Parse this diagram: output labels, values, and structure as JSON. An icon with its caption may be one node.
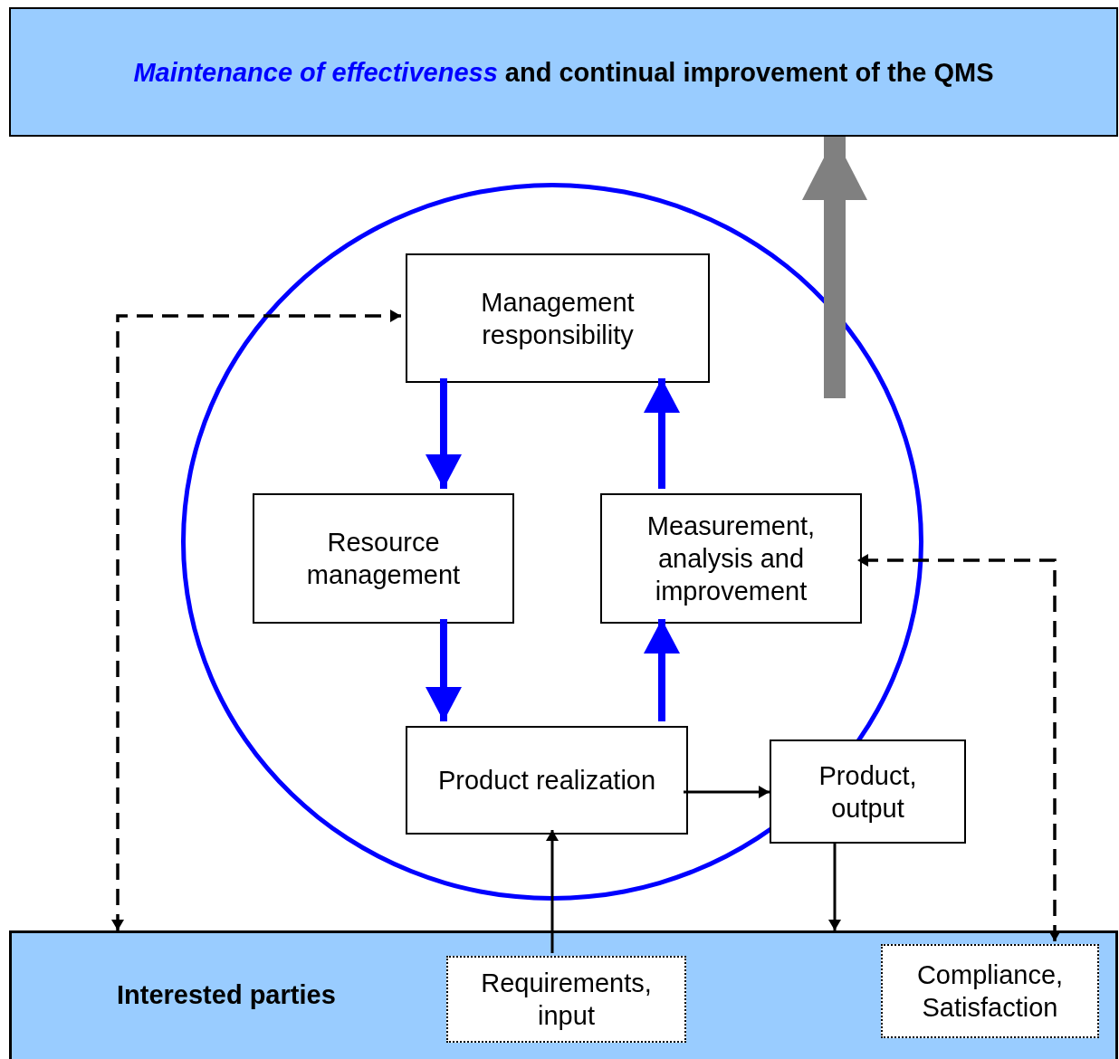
{
  "diagram": {
    "nodes": [
      {
        "text": [
          "*Maintenance of effectiveness* and continual improvement of the QMS"
        ]
      },
      {
        "text": [],
        "shape": "circle"
      },
      {
        "text": [
          "Management responsibility"
        ],
        "in": 1
      },
      {
        "text": [
          "Resource management"
        ],
        "in": 1
      },
      {
        "text": [
          "Measurement, analysis and improvement"
        ],
        "in": 1
      },
      {
        "text": [
          "Product realization"
        ],
        "in": 1
      },
      {
        "text": [
          "Product, output"
        ]
      },
      {
        "text": [
          "Interested parties"
        ]
      },
      {
        "text": [
          "Requirements, input"
        ],
        "in": 7
      },
      {
        "text": [
          "Compliance, Satisfaction"
        ],
        "in": 7
      }
    ],
    "edges": [
      {
        "from": 7,
        "to": 2,
        "arrow": "both",
        "style": "dashed"
      },
      {
        "from": 2,
        "to": 3,
        "arrow": "to",
        "style": "thick",
        "color": "#0000ff"
      },
      {
        "from": 3,
        "to": 5,
        "arrow": "to",
        "style": "thick",
        "color": "#0000ff"
      },
      {
        "from": 5,
        "to": 4,
        "arrow": "to",
        "style": "thick",
        "color": "#0000ff"
      },
      {
        "from": 4,
        "to": 2,
        "arrow": "to",
        "style": "thick",
        "color": "#0000ff"
      },
      {
        "from": 5,
        "to": 6,
        "arrow": "to"
      },
      {
        "from": 8,
        "to": 5,
        "arrow": "to"
      },
      {
        "from": 6,
        "to": 7,
        "arrow": "to"
      },
      {
        "from": 9,
        "to": 4,
        "arrow": "both",
        "style": "dashed"
      },
      {
        "from": null,
        "to": 0,
        "arrow": "to",
        "style": "thick",
        "color": "#808080"
      }
    ]
  }
}
